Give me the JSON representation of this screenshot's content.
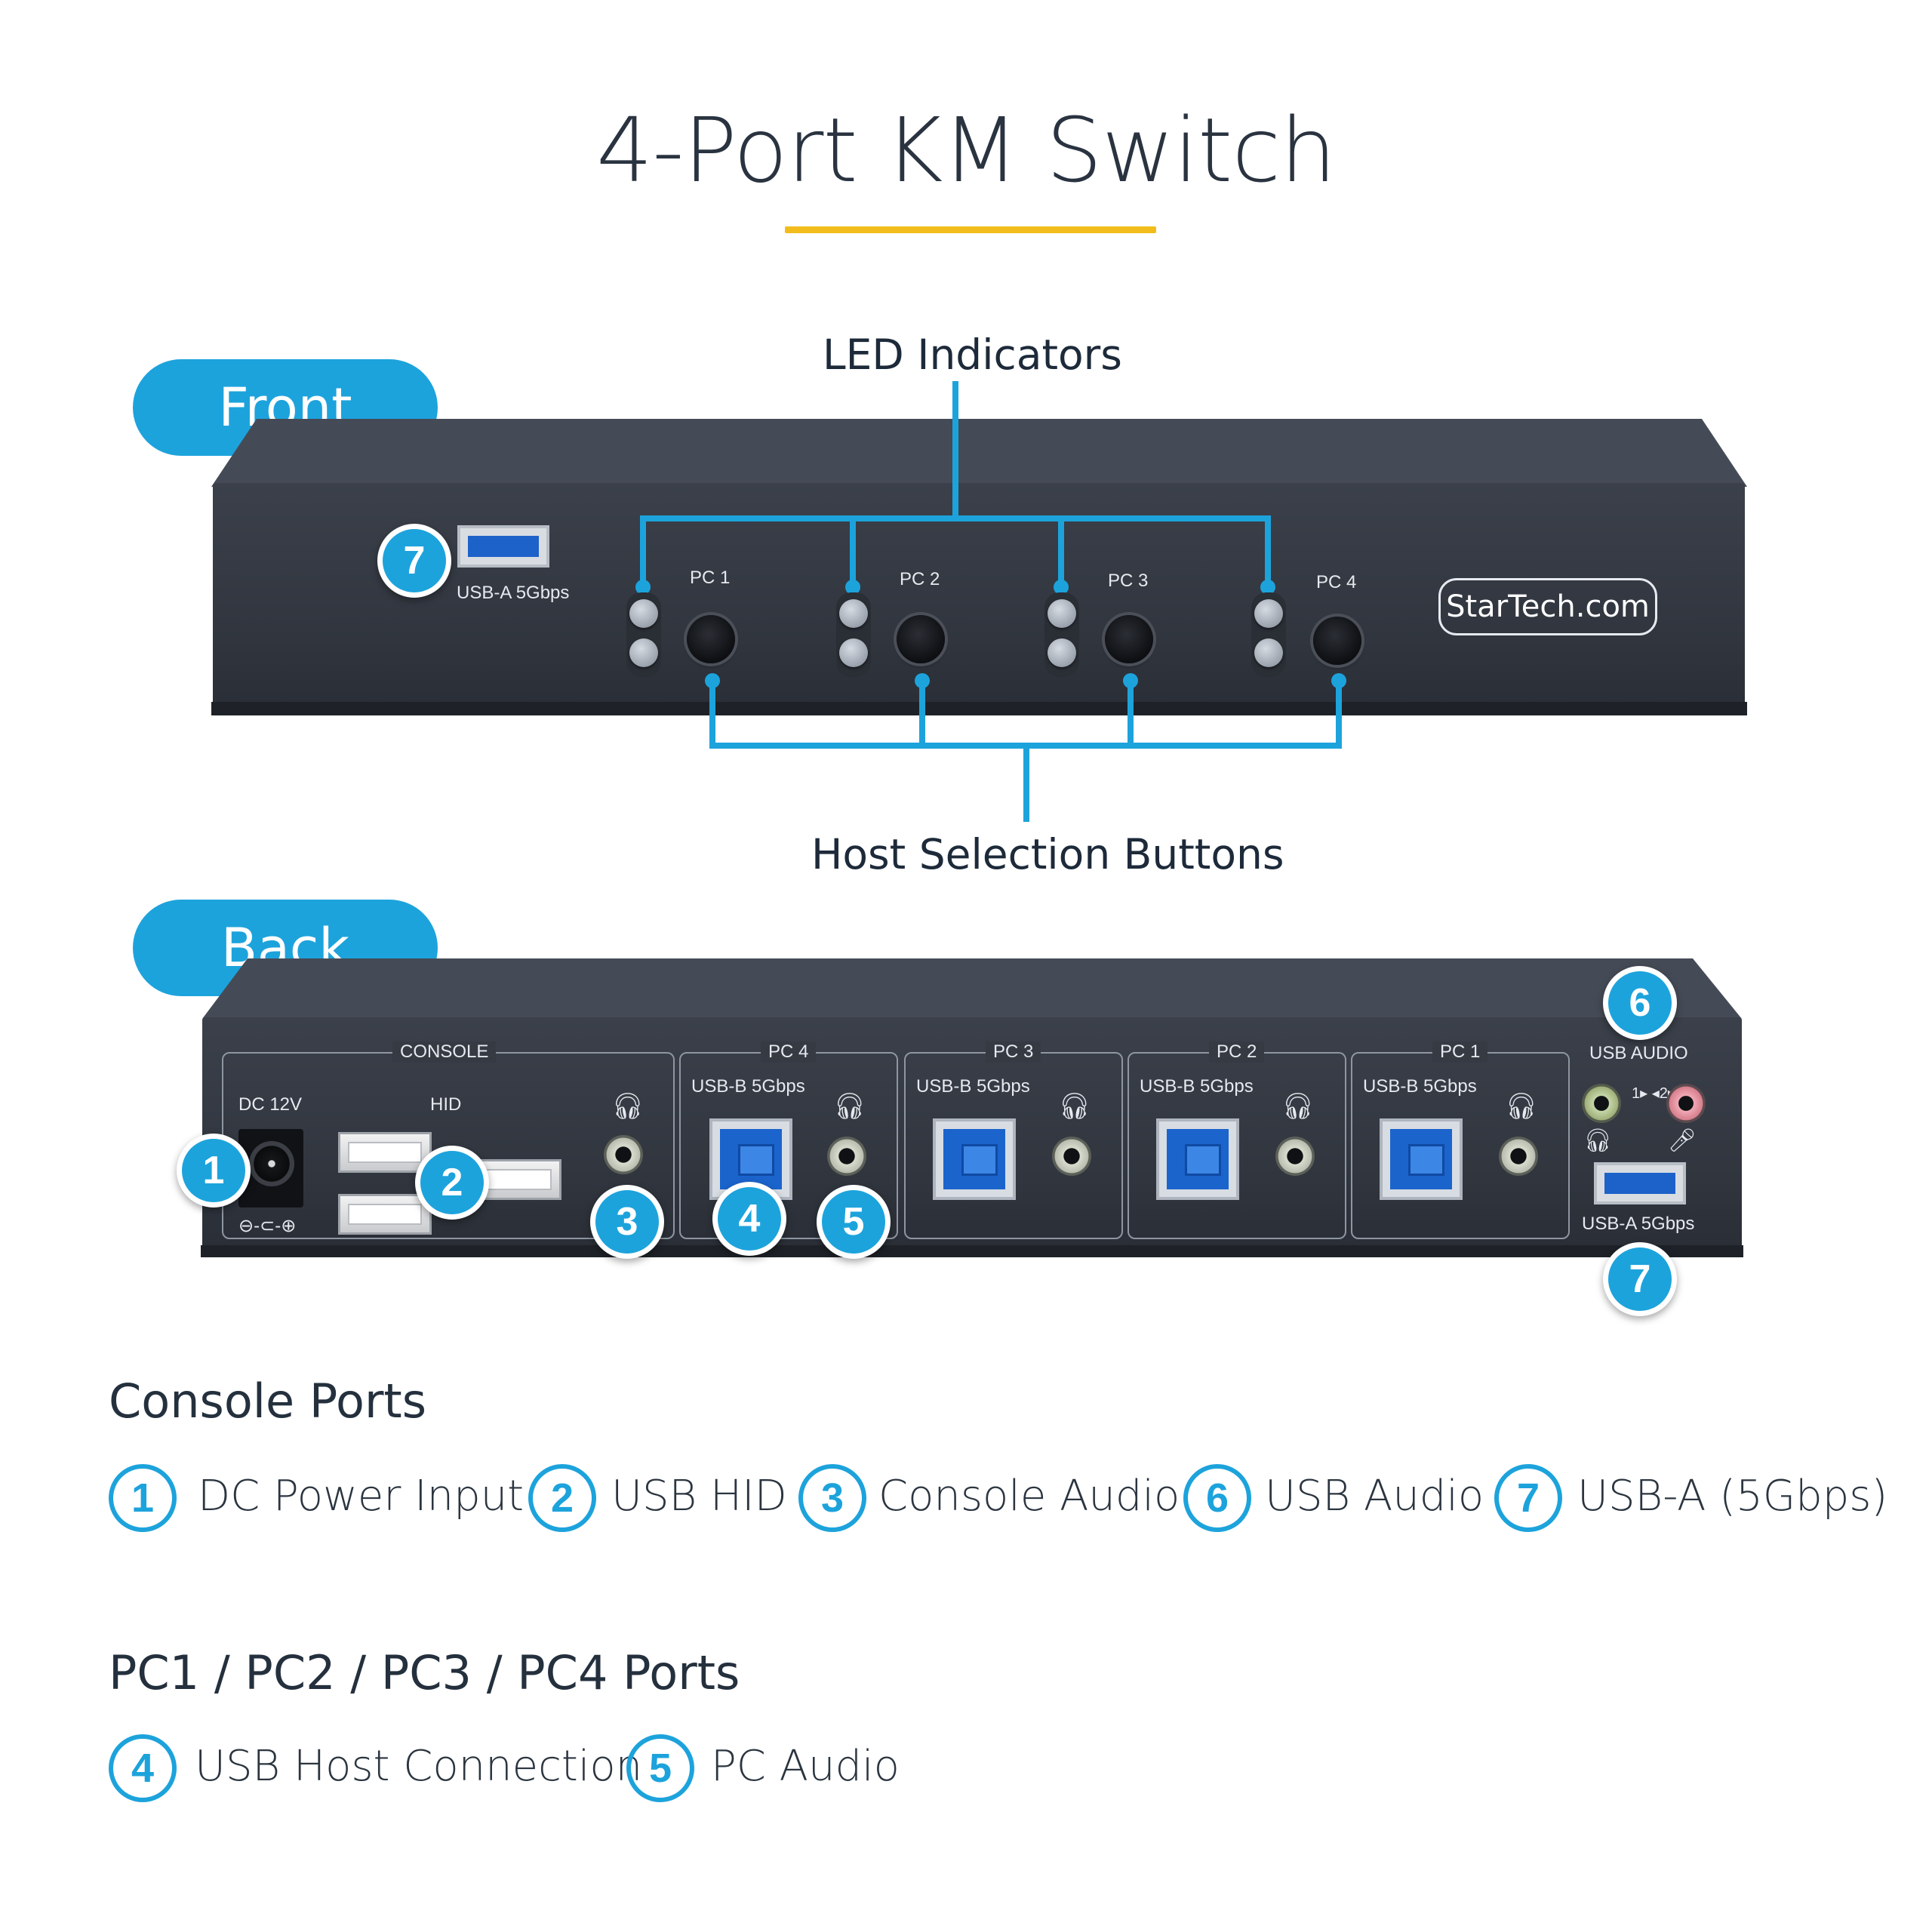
{
  "title": "4-Port KM Switch",
  "front": {
    "label": "Front",
    "led_caption": "LED Indicators",
    "buttons_caption": "Host Selection Buttons",
    "usb_label": "USB-A 5Gbps",
    "usb_badge": "7",
    "brand": "StarTech.com",
    "pc_labels": [
      "PC 1",
      "PC 2",
      "PC 3",
      "PC 4"
    ]
  },
  "back": {
    "label": "Back",
    "console_title": "CONSOLE",
    "dc_label": "DC 12V",
    "hid_label": "HID",
    "polarity_label": "⊖-⊂-⊕",
    "pc_groups": [
      {
        "title": "PC 4",
        "usb_label": "USB-B 5Gbps"
      },
      {
        "title": "PC 3",
        "usb_label": "USB-B 5Gbps"
      },
      {
        "title": "PC 2",
        "usb_label": "USB-B 5Gbps"
      },
      {
        "title": "PC 1",
        "usb_label": "USB-B 5Gbps"
      }
    ],
    "usb_audio_label": "USB AUDIO",
    "audio_switch_label": "1▸ ◂2▸",
    "usb_a_label": "USB-A 5Gbps",
    "badges": [
      "1",
      "2",
      "3",
      "4",
      "5",
      "6",
      "7"
    ]
  },
  "console_ports": {
    "heading": "Console Ports",
    "items": [
      {
        "num": "1",
        "text": "DC Power Input"
      },
      {
        "num": "2",
        "text": "USB HID"
      },
      {
        "num": "3",
        "text": "Console Audio"
      },
      {
        "num": "6",
        "text": "USB Audio"
      },
      {
        "num": "7",
        "text": "USB-A (5Gbps)"
      }
    ]
  },
  "pc_ports": {
    "heading": "PC1 / PC2 / PC3 / PC4 Ports",
    "items": [
      {
        "num": "4",
        "text": "USB Host Connection"
      },
      {
        "num": "5",
        "text": "PC Audio"
      }
    ]
  },
  "colors": {
    "accent": "#1da3dc",
    "rule": "#f2bd1c",
    "device": "#353a43"
  }
}
